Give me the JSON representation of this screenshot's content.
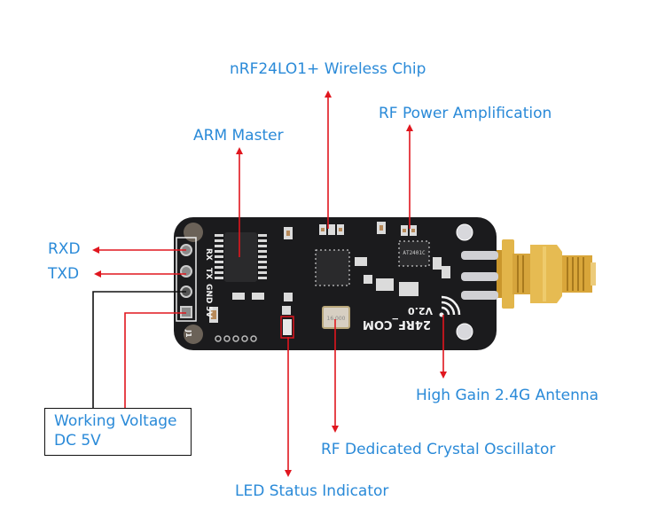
{
  "diagram": {
    "title": "2.4G RF USB Module Pinout",
    "colors": {
      "label_text": "#2a8ad8",
      "arrow": "#e0161e",
      "board": "#1b1b1d",
      "silkscreen": "#f2f2f2",
      "connector_gold": "#d9a63a",
      "box_border": "#111111"
    },
    "callouts": {
      "nrf_chip": "nRF24LO1+ Wireless Chip",
      "rf_power": "RF Power Amplification",
      "arm_master": "ARM Master",
      "rxd": "RXD",
      "txd": "TXD",
      "antenna": "High Gain 2.4G Antenna",
      "crystal": "RF Dedicated Crystal Oscillator",
      "led": "LED Status Indicator"
    },
    "voltage_box": {
      "line1": "Working Voltage",
      "line2": "DC 5V"
    },
    "board": {
      "pin_labels": [
        "RX",
        "TX",
        "GND",
        "5V"
      ],
      "header_label": "J1",
      "model": "24RF_COM",
      "version": "V2.0",
      "pa_chip_marking": "AT2401C",
      "crystal_marking": "16.000"
    }
  }
}
